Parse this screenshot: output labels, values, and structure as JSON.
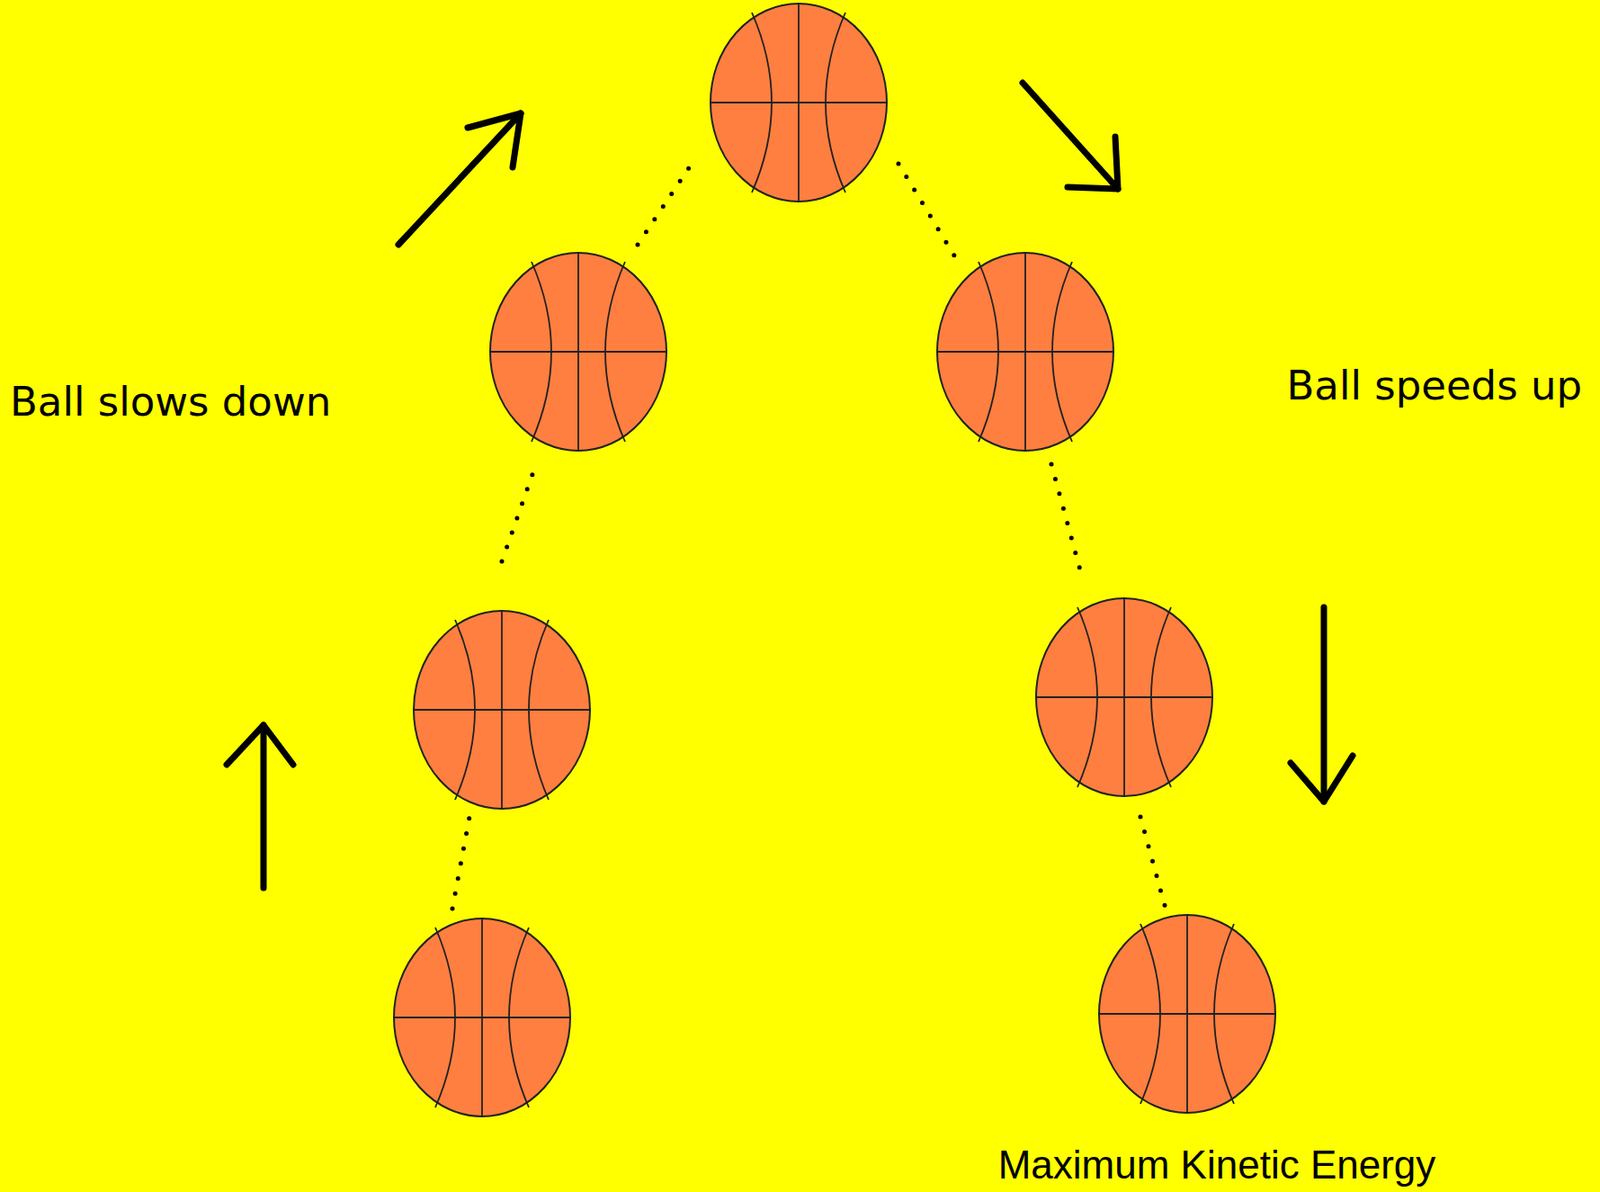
{
  "diagram": {
    "labels": [
      "Ball slows down",
      "Ball speeds up",
      "Maximum Kinetic Energy"
    ]
  }
}
